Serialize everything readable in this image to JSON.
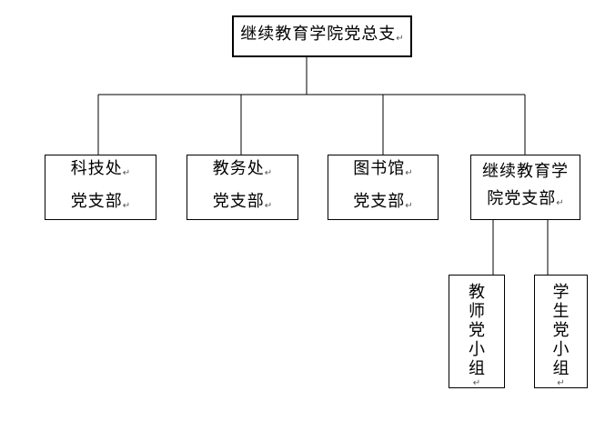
{
  "diagram": {
    "type": "org-chart",
    "return_mark": "↵",
    "root": {
      "label": "继续教育学院党总支"
    },
    "branches": [
      {
        "label": "科技处党支部",
        "line1": "科技处",
        "line2": "党支部"
      },
      {
        "label": "教务处党支部",
        "line1": "教务处",
        "line2": "党支部"
      },
      {
        "label": "图书馆党支部",
        "line1": "图书馆",
        "line2": "党支部"
      },
      {
        "label": "继续教育学院党支部",
        "line1": "继续教育学",
        "line2": "院党支部"
      }
    ],
    "subgroups": [
      {
        "label": "教师党小组"
      },
      {
        "label": "学生党小组"
      }
    ]
  }
}
